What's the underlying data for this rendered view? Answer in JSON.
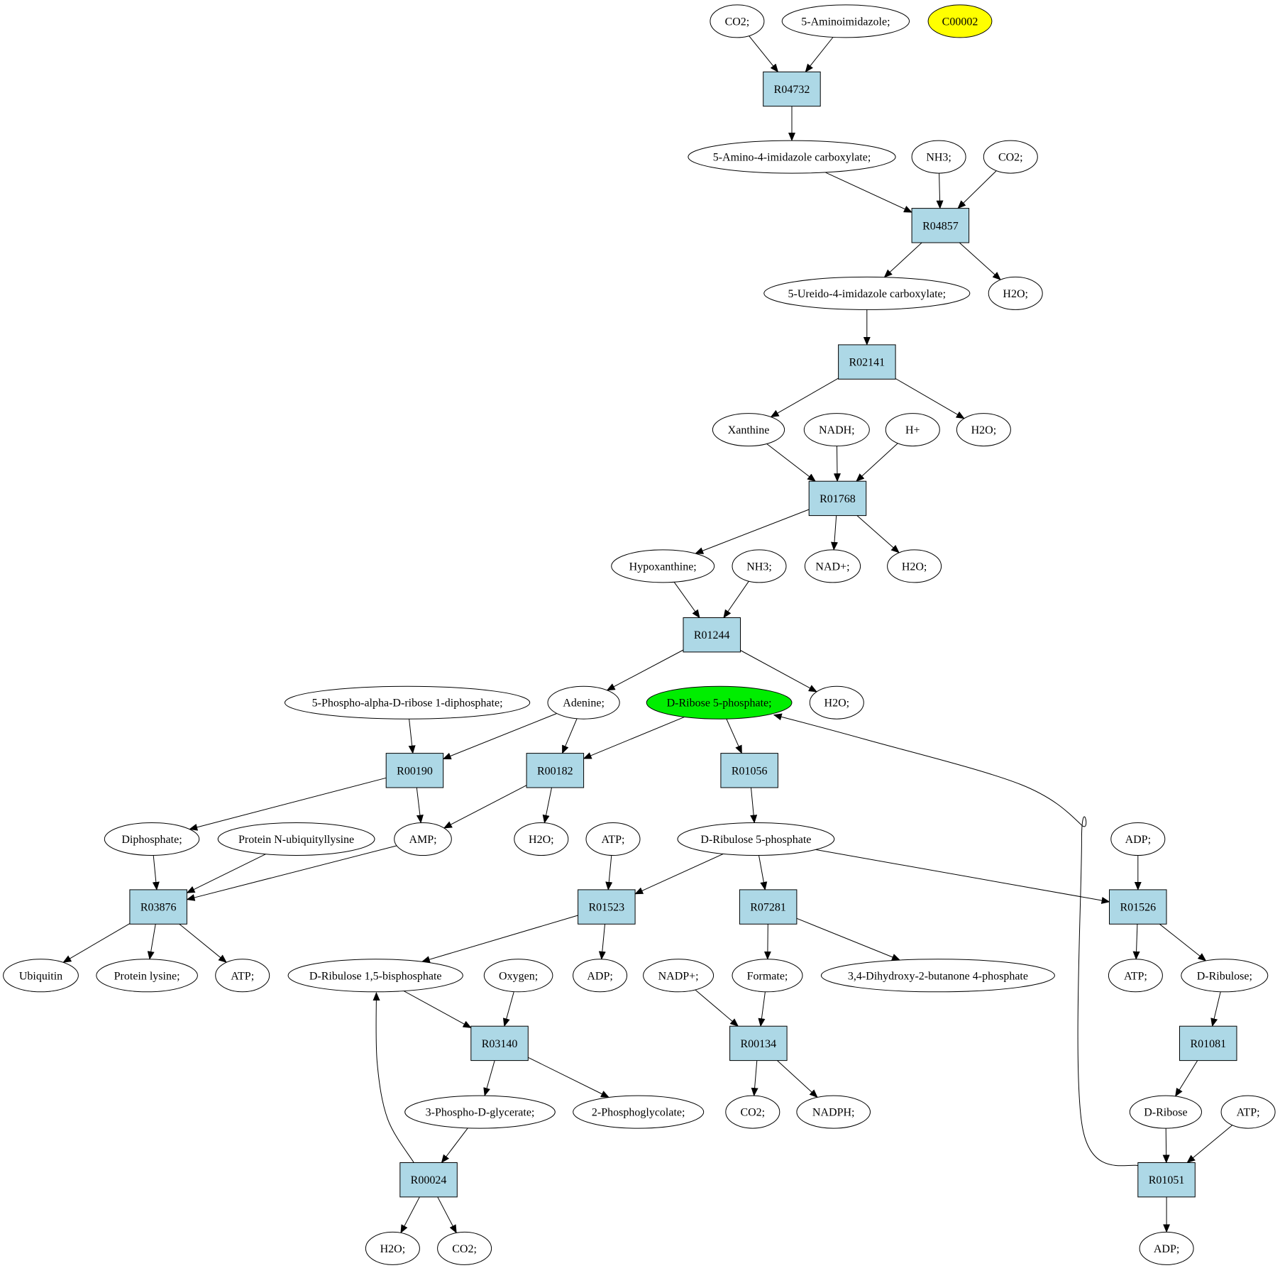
{
  "diagram": {
    "highlight_colors": {
      "yellow": "#ffff00",
      "green": "#00ee00",
      "reaction": "#add8e6"
    },
    "nodes": [
      {
        "id": "co2_a",
        "label": "CO2;",
        "shape": "ellipse"
      },
      {
        "id": "aminoimidazole",
        "label": "5-Aminoimidazole;",
        "shape": "ellipse"
      },
      {
        "id": "c00002",
        "label": "C00002",
        "shape": "ellipse",
        "fill": "#ffff00"
      },
      {
        "id": "r04732",
        "label": "R04732",
        "shape": "box"
      },
      {
        "id": "aica",
        "label": "5-Amino-4-imidazole carboxylate;",
        "shape": "ellipse"
      },
      {
        "id": "nh3_a",
        "label": "NH3;",
        "shape": "ellipse"
      },
      {
        "id": "co2_b",
        "label": "CO2;",
        "shape": "ellipse"
      },
      {
        "id": "r04857",
        "label": "R04857",
        "shape": "box"
      },
      {
        "id": "ureido",
        "label": "5-Ureido-4-imidazole carboxylate;",
        "shape": "ellipse"
      },
      {
        "id": "h2o_a",
        "label": "H2O;",
        "shape": "ellipse"
      },
      {
        "id": "r02141",
        "label": "R02141",
        "shape": "box"
      },
      {
        "id": "xanthine",
        "label": "Xanthine",
        "shape": "ellipse"
      },
      {
        "id": "nadh",
        "label": "NADH;",
        "shape": "ellipse"
      },
      {
        "id": "hplus",
        "label": "H+",
        "shape": "ellipse"
      },
      {
        "id": "h2o_b",
        "label": "H2O;",
        "shape": "ellipse"
      },
      {
        "id": "r01768",
        "label": "R01768",
        "shape": "box"
      },
      {
        "id": "hypoxanthine",
        "label": "Hypoxanthine;",
        "shape": "ellipse"
      },
      {
        "id": "nh3_b",
        "label": "NH3;",
        "shape": "ellipse"
      },
      {
        "id": "nadplus",
        "label": "NAD+;",
        "shape": "ellipse"
      },
      {
        "id": "h2o_c",
        "label": "H2O;",
        "shape": "ellipse"
      },
      {
        "id": "r01244",
        "label": "R01244",
        "shape": "box"
      },
      {
        "id": "prpp",
        "label": "5-Phospho-alpha-D-ribose 1-diphosphate;",
        "shape": "ellipse"
      },
      {
        "id": "adenine",
        "label": "Adenine;",
        "shape": "ellipse"
      },
      {
        "id": "r5p",
        "label": "D-Ribose 5-phosphate;",
        "shape": "ellipse",
        "fill": "#00ee00"
      },
      {
        "id": "h2o_d",
        "label": "H2O;",
        "shape": "ellipse"
      },
      {
        "id": "r00190",
        "label": "R00190",
        "shape": "box"
      },
      {
        "id": "r00182",
        "label": "R00182",
        "shape": "box"
      },
      {
        "id": "r01056",
        "label": "R01056",
        "shape": "box"
      },
      {
        "id": "diphosphate",
        "label": "Diphosphate;",
        "shape": "ellipse"
      },
      {
        "id": "protubly",
        "label": "Protein N-ubiquityllysine",
        "shape": "ellipse"
      },
      {
        "id": "amp",
        "label": "AMP;",
        "shape": "ellipse"
      },
      {
        "id": "h2o_e",
        "label": "H2O;",
        "shape": "ellipse"
      },
      {
        "id": "atp_a",
        "label": "ATP;",
        "shape": "ellipse"
      },
      {
        "id": "ru5p",
        "label": "D-Ribulose 5-phosphate",
        "shape": "ellipse"
      },
      {
        "id": "adp_a",
        "label": "ADP;",
        "shape": "ellipse"
      },
      {
        "id": "r03876",
        "label": "R03876",
        "shape": "box"
      },
      {
        "id": "r01523",
        "label": "R01523",
        "shape": "box"
      },
      {
        "id": "r07281",
        "label": "R07281",
        "shape": "box"
      },
      {
        "id": "r01526",
        "label": "R01526",
        "shape": "box"
      },
      {
        "id": "ubiquitin",
        "label": "Ubiquitin",
        "shape": "ellipse"
      },
      {
        "id": "protlys",
        "label": "Protein lysine;",
        "shape": "ellipse"
      },
      {
        "id": "atp_b",
        "label": "ATP;",
        "shape": "ellipse"
      },
      {
        "id": "rubp",
        "label": "D-Ribulose 1,5-bisphosphate",
        "shape": "ellipse"
      },
      {
        "id": "oxygen",
        "label": "Oxygen;",
        "shape": "ellipse"
      },
      {
        "id": "adp_b",
        "label": "ADP;",
        "shape": "ellipse"
      },
      {
        "id": "nadpplus",
        "label": "NADP+;",
        "shape": "ellipse"
      },
      {
        "id": "formate",
        "label": "Formate;",
        "shape": "ellipse"
      },
      {
        "id": "dhbp",
        "label": "3,4-Dihydroxy-2-butanone 4-phosphate",
        "shape": "ellipse"
      },
      {
        "id": "atp_c",
        "label": "ATP;",
        "shape": "ellipse"
      },
      {
        "id": "ribulose",
        "label": "D-Ribulose;",
        "shape": "ellipse"
      },
      {
        "id": "r03140",
        "label": "R03140",
        "shape": "box"
      },
      {
        "id": "r00134",
        "label": "R00134",
        "shape": "box"
      },
      {
        "id": "r01081",
        "label": "R01081",
        "shape": "box"
      },
      {
        "id": "pga3",
        "label": "3-Phospho-D-glycerate;",
        "shape": "ellipse"
      },
      {
        "id": "pg2",
        "label": "2-Phosphoglycolate;",
        "shape": "ellipse"
      },
      {
        "id": "co2_c",
        "label": "CO2;",
        "shape": "ellipse"
      },
      {
        "id": "nadph",
        "label": "NADPH;",
        "shape": "ellipse"
      },
      {
        "id": "dribose",
        "label": "D-Ribose",
        "shape": "ellipse"
      },
      {
        "id": "atp_d",
        "label": "ATP;",
        "shape": "ellipse"
      },
      {
        "id": "r00024",
        "label": "R00024",
        "shape": "box"
      },
      {
        "id": "r01051",
        "label": "R01051",
        "shape": "box"
      },
      {
        "id": "h2o_f",
        "label": "H2O;",
        "shape": "ellipse"
      },
      {
        "id": "co2_d",
        "label": "CO2;",
        "shape": "ellipse"
      },
      {
        "id": "adp_c",
        "label": "ADP;",
        "shape": "ellipse"
      }
    ],
    "edges": [
      [
        "co2_a",
        "r04732"
      ],
      [
        "aminoimidazole",
        "r04732"
      ],
      [
        "r04732",
        "aica"
      ],
      [
        "aica",
        "r04857"
      ],
      [
        "nh3_a",
        "r04857"
      ],
      [
        "co2_b",
        "r04857"
      ],
      [
        "r04857",
        "ureido"
      ],
      [
        "r04857",
        "h2o_a"
      ],
      [
        "ureido",
        "r02141"
      ],
      [
        "r02141",
        "xanthine"
      ],
      [
        "r02141",
        "h2o_b"
      ],
      [
        "xanthine",
        "r01768"
      ],
      [
        "nadh",
        "r01768"
      ],
      [
        "hplus",
        "r01768"
      ],
      [
        "r01768",
        "hypoxanthine"
      ],
      [
        "r01768",
        "nadplus"
      ],
      [
        "r01768",
        "h2o_c"
      ],
      [
        "hypoxanthine",
        "r01244"
      ],
      [
        "nh3_b",
        "r01244"
      ],
      [
        "r01244",
        "adenine"
      ],
      [
        "r01244",
        "h2o_d"
      ],
      [
        "prpp",
        "r00190"
      ],
      [
        "adenine",
        "r00190"
      ],
      [
        "adenine",
        "r00182"
      ],
      [
        "r5p",
        "r00182"
      ],
      [
        "r5p",
        "r01056"
      ],
      [
        "r00190",
        "diphosphate"
      ],
      [
        "r00190",
        "amp"
      ],
      [
        "r00182",
        "amp"
      ],
      [
        "r00182",
        "h2o_e"
      ],
      [
        "r01056",
        "ru5p"
      ],
      [
        "diphosphate",
        "r03876"
      ],
      [
        "protubly",
        "r03876"
      ],
      [
        "amp",
        "r03876"
      ],
      [
        "atp_a",
        "r01523"
      ],
      [
        "ru5p",
        "r01523"
      ],
      [
        "ru5p",
        "r07281"
      ],
      [
        "ru5p",
        "r01526"
      ],
      [
        "adp_a",
        "r01526"
      ],
      [
        "r03876",
        "ubiquitin"
      ],
      [
        "r03876",
        "protlys"
      ],
      [
        "r03876",
        "atp_b"
      ],
      [
        "r01523",
        "rubp"
      ],
      [
        "r01523",
        "adp_b"
      ],
      [
        "r07281",
        "formate"
      ],
      [
        "r07281",
        "dhbp"
      ],
      [
        "r01526",
        "atp_c"
      ],
      [
        "r01526",
        "ribulose"
      ],
      [
        "rubp",
        "r03140"
      ],
      [
        "oxygen",
        "r03140"
      ],
      [
        "nadpplus",
        "r00134"
      ],
      [
        "formate",
        "r00134"
      ],
      [
        "ribulose",
        "r01081"
      ],
      [
        "r03140",
        "pga3"
      ],
      [
        "r03140",
        "pg2"
      ],
      [
        "r00134",
        "co2_c"
      ],
      [
        "r00134",
        "nadph"
      ],
      [
        "r01081",
        "dribose"
      ],
      [
        "pga3",
        "r00024"
      ],
      [
        "dribose",
        "r01051"
      ],
      [
        "atp_d",
        "r01051"
      ],
      [
        "r00024",
        "rubp"
      ],
      [
        "r01051",
        "r5p"
      ],
      [
        "r00024",
        "h2o_f"
      ],
      [
        "r00024",
        "co2_d"
      ],
      [
        "r01051",
        "adp_c"
      ]
    ]
  }
}
